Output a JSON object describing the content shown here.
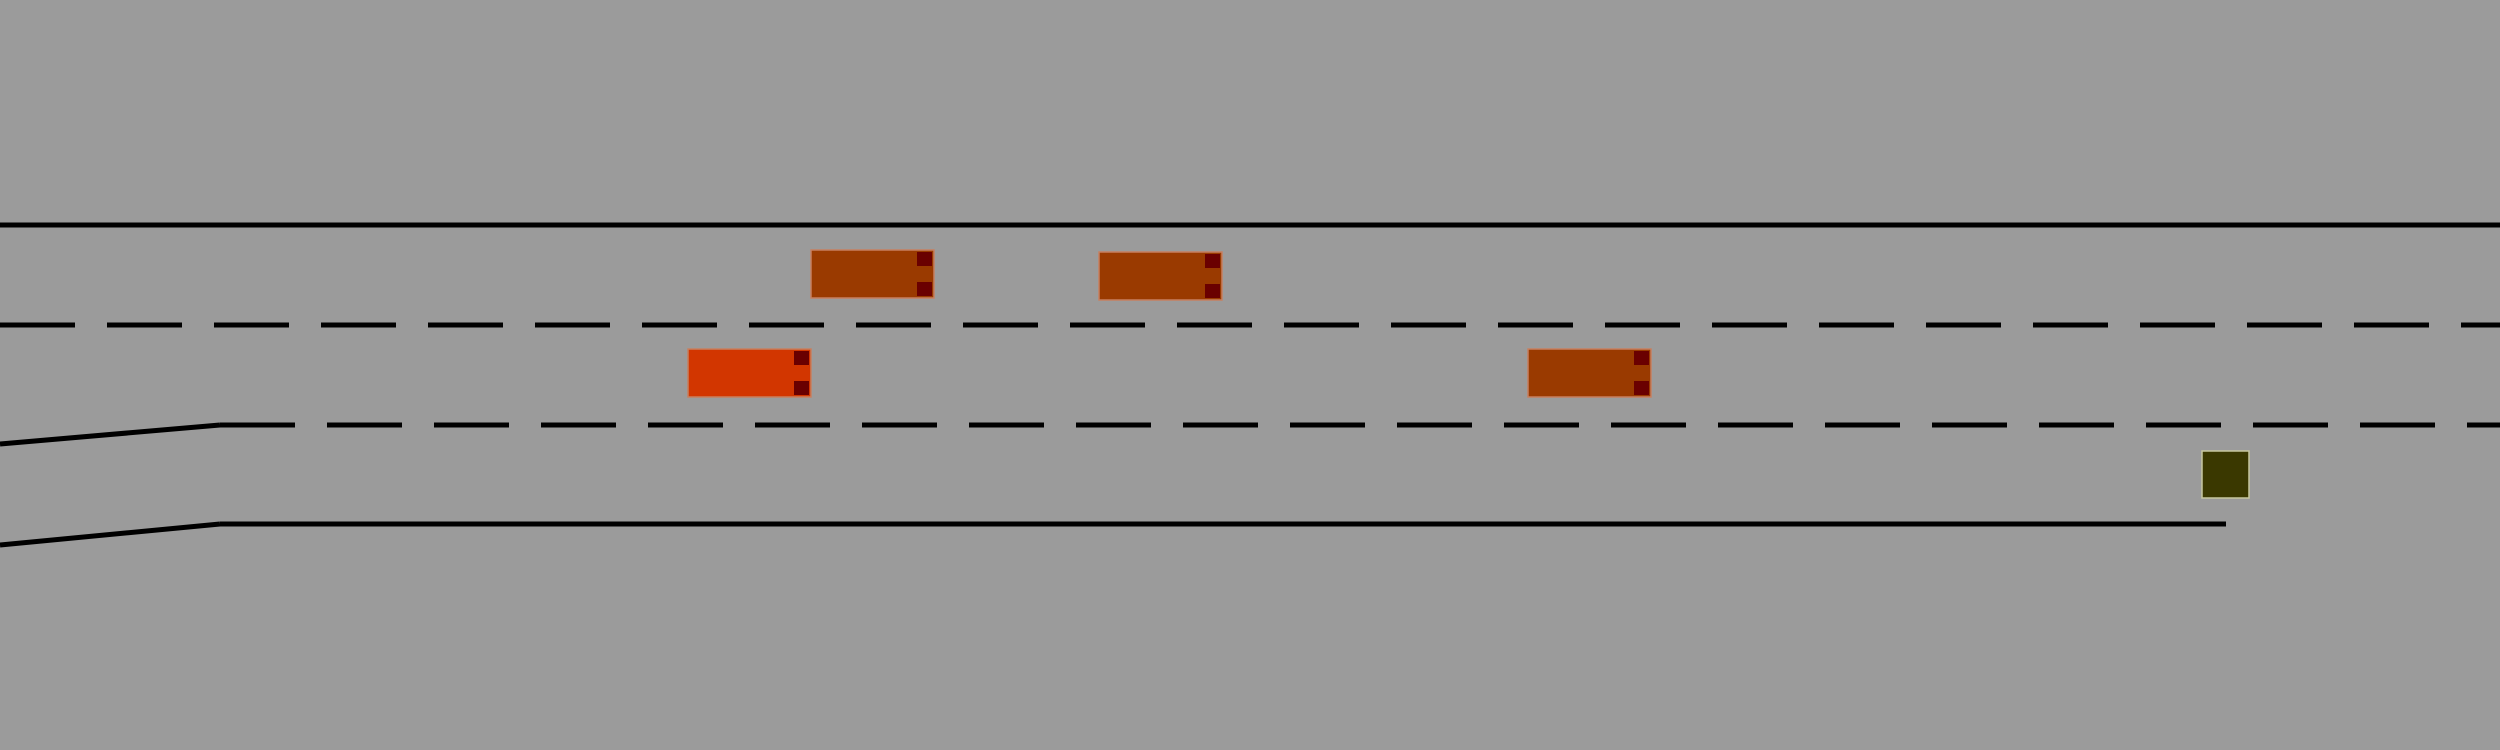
{
  "scene": {
    "type": "highway-merge-simulation",
    "lanes": 3,
    "has_on_ramp": true,
    "lane_ends_with_obstacle": true
  },
  "colors": {
    "background": "#9b9b9b",
    "lane_line": "#000000",
    "ego_vehicle": "#d23600",
    "other_vehicle": "#9a3a00",
    "vehicle_outline": "#c88060",
    "brake_light": "#6a0000",
    "obstacle": "#3a3800",
    "obstacle_outline": "#c8c8a0"
  },
  "vehicles": [
    {
      "role": "other",
      "lane": 0,
      "heading": "right"
    },
    {
      "role": "other",
      "lane": 0,
      "heading": "right"
    },
    {
      "role": "ego",
      "lane": 1,
      "heading": "right"
    },
    {
      "role": "other",
      "lane": 1,
      "heading": "right"
    }
  ],
  "obstacles": [
    {
      "type": "lane-end-block",
      "lane": 2
    }
  ]
}
